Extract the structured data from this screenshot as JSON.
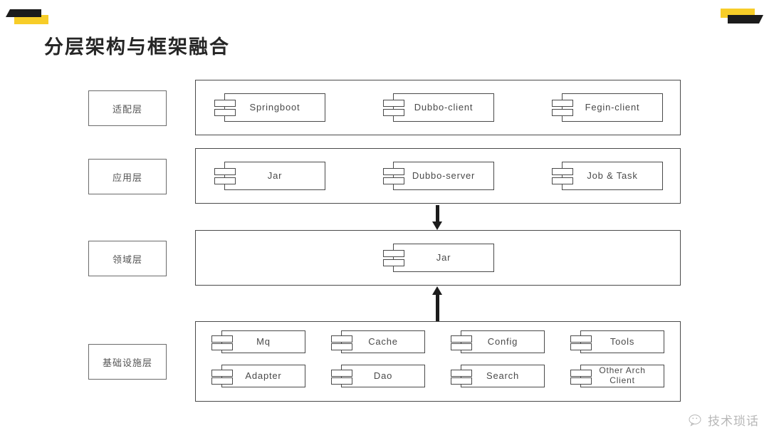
{
  "slide": {
    "title": "分层架构与框架融合",
    "background": "#ffffff",
    "accent_yellow": "#F7CD28",
    "accent_black": "#1c1c1c",
    "line_color": "#4a4a4a"
  },
  "decorations": {
    "top_left": {
      "name": "corner-mark-left",
      "yellow": "#F7CD28",
      "black": "#1c1c1c"
    },
    "top_right": {
      "name": "corner-mark-right",
      "yellow": "#F7CD28",
      "black": "#1c1c1c"
    }
  },
  "layers": [
    {
      "label": "适配层",
      "components": [
        "Springboot",
        "Dubbo-client",
        "Fegin-client"
      ]
    },
    {
      "label": "应用层",
      "components": [
        "Jar",
        "Dubbo-server",
        "Job & Task"
      ]
    },
    {
      "label": "领域层",
      "components": [
        "Jar"
      ]
    },
    {
      "label": "基础设施层",
      "components": [
        "Mq",
        "Cache",
        "Config",
        "Tools",
        "Adapter",
        "Dao",
        "Search",
        "Other Arch\nClient"
      ]
    }
  ],
  "connectors": [
    {
      "name": "arrow-app-to-domain",
      "direction": "down",
      "from": "应用层",
      "to": "领域层"
    },
    {
      "name": "arrow-infra-to-domain",
      "direction": "up",
      "from": "基础设施层",
      "to": "领域层"
    }
  ],
  "watermark": {
    "text": "技术琐话",
    "icon": "wechat-bubble-icon"
  }
}
